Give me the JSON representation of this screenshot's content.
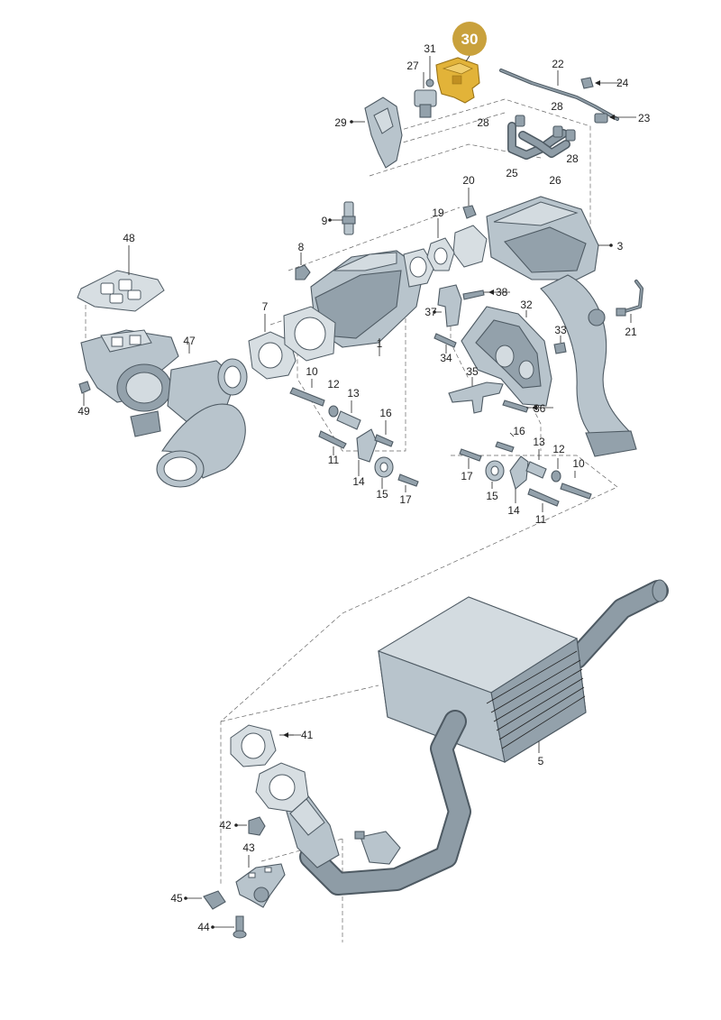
{
  "highlight": {
    "part": "30",
    "color": "#c9a13c"
  },
  "parts": {
    "p1": "1",
    "p3": "3",
    "p5": "5",
    "p7": "7",
    "p8": "8",
    "p9": "9",
    "p10a": "10",
    "p10b": "10",
    "p11a": "11",
    "p11b": "11",
    "p12a": "12",
    "p12b": "12",
    "p13a": "13",
    "p13b": "13",
    "p14a": "14",
    "p14b": "14",
    "p15a": "15",
    "p15b": "15",
    "p16a": "16",
    "p16b": "16",
    "p17a": "17",
    "p17b": "17",
    "p19": "19",
    "p20": "20",
    "p21": "21",
    "p22": "22",
    "p23": "23",
    "p24": "24",
    "p25": "25",
    "p26": "26",
    "p27": "27",
    "p28a": "28",
    "p28b": "28",
    "p28c": "28",
    "p29": "29",
    "p30": "30",
    "p31": "31",
    "p32": "32",
    "p33": "33",
    "p34": "34",
    "p35": "35",
    "p36": "36",
    "p37": "37",
    "p38": "38",
    "p41": "41",
    "p42": "42",
    "p43": "43",
    "p44": "44",
    "p45": "45",
    "p47": "47",
    "p48": "48",
    "p49": "49"
  }
}
